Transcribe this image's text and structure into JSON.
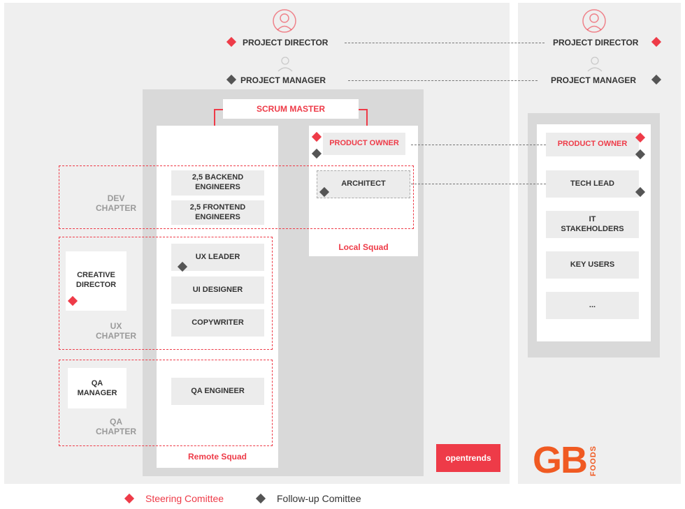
{
  "left_side": {
    "project_director": "PROJECT DIRECTOR",
    "project_manager": "PROJECT MANAGER",
    "scrum_master": "SCRUM MASTER",
    "product_owner": "PRODUCT OWNER",
    "architect": "ARCHITECT",
    "local_squad": "Local Squad",
    "remote_squad": "Remote Squad",
    "remote_roles": {
      "backend": "2,5 BACKEND\nENGINEERS",
      "frontend": "2,5 FRONTEND\nENGINEERS",
      "ux_leader": "UX LEADER",
      "ui_designer": "UI DESIGNER",
      "copywriter": "COPYWRITER",
      "qa_engineer": "QA ENGINEER"
    },
    "chapters": {
      "dev": "DEV\nCHAPTER",
      "ux": "UX\nCHAPTER",
      "qa": "QA\nCHAPTER"
    },
    "creative_director": "CREATIVE\nDIRECTOR",
    "qa_manager": "QA\nMANAGER",
    "logo_text": "opentrends"
  },
  "right_side": {
    "project_director": "PROJECT DIRECTOR",
    "project_manager": "PROJECT MANAGER",
    "product_owner": "PRODUCT OWNER",
    "tech_lead": "TECH LEAD",
    "it_stakeholders": "IT\nSTAKEHOLDERS",
    "key_users": "KEY USERS",
    "more": "...",
    "logo_main": "GB",
    "logo_sub": "FOODS"
  },
  "legend": {
    "steering": "Steering Comittee",
    "followup": "Follow-up Comittee"
  },
  "colors": {
    "accent_red": "#ee3b48",
    "dark_diamond": "#555555",
    "gb_orange": "#f05a22"
  }
}
